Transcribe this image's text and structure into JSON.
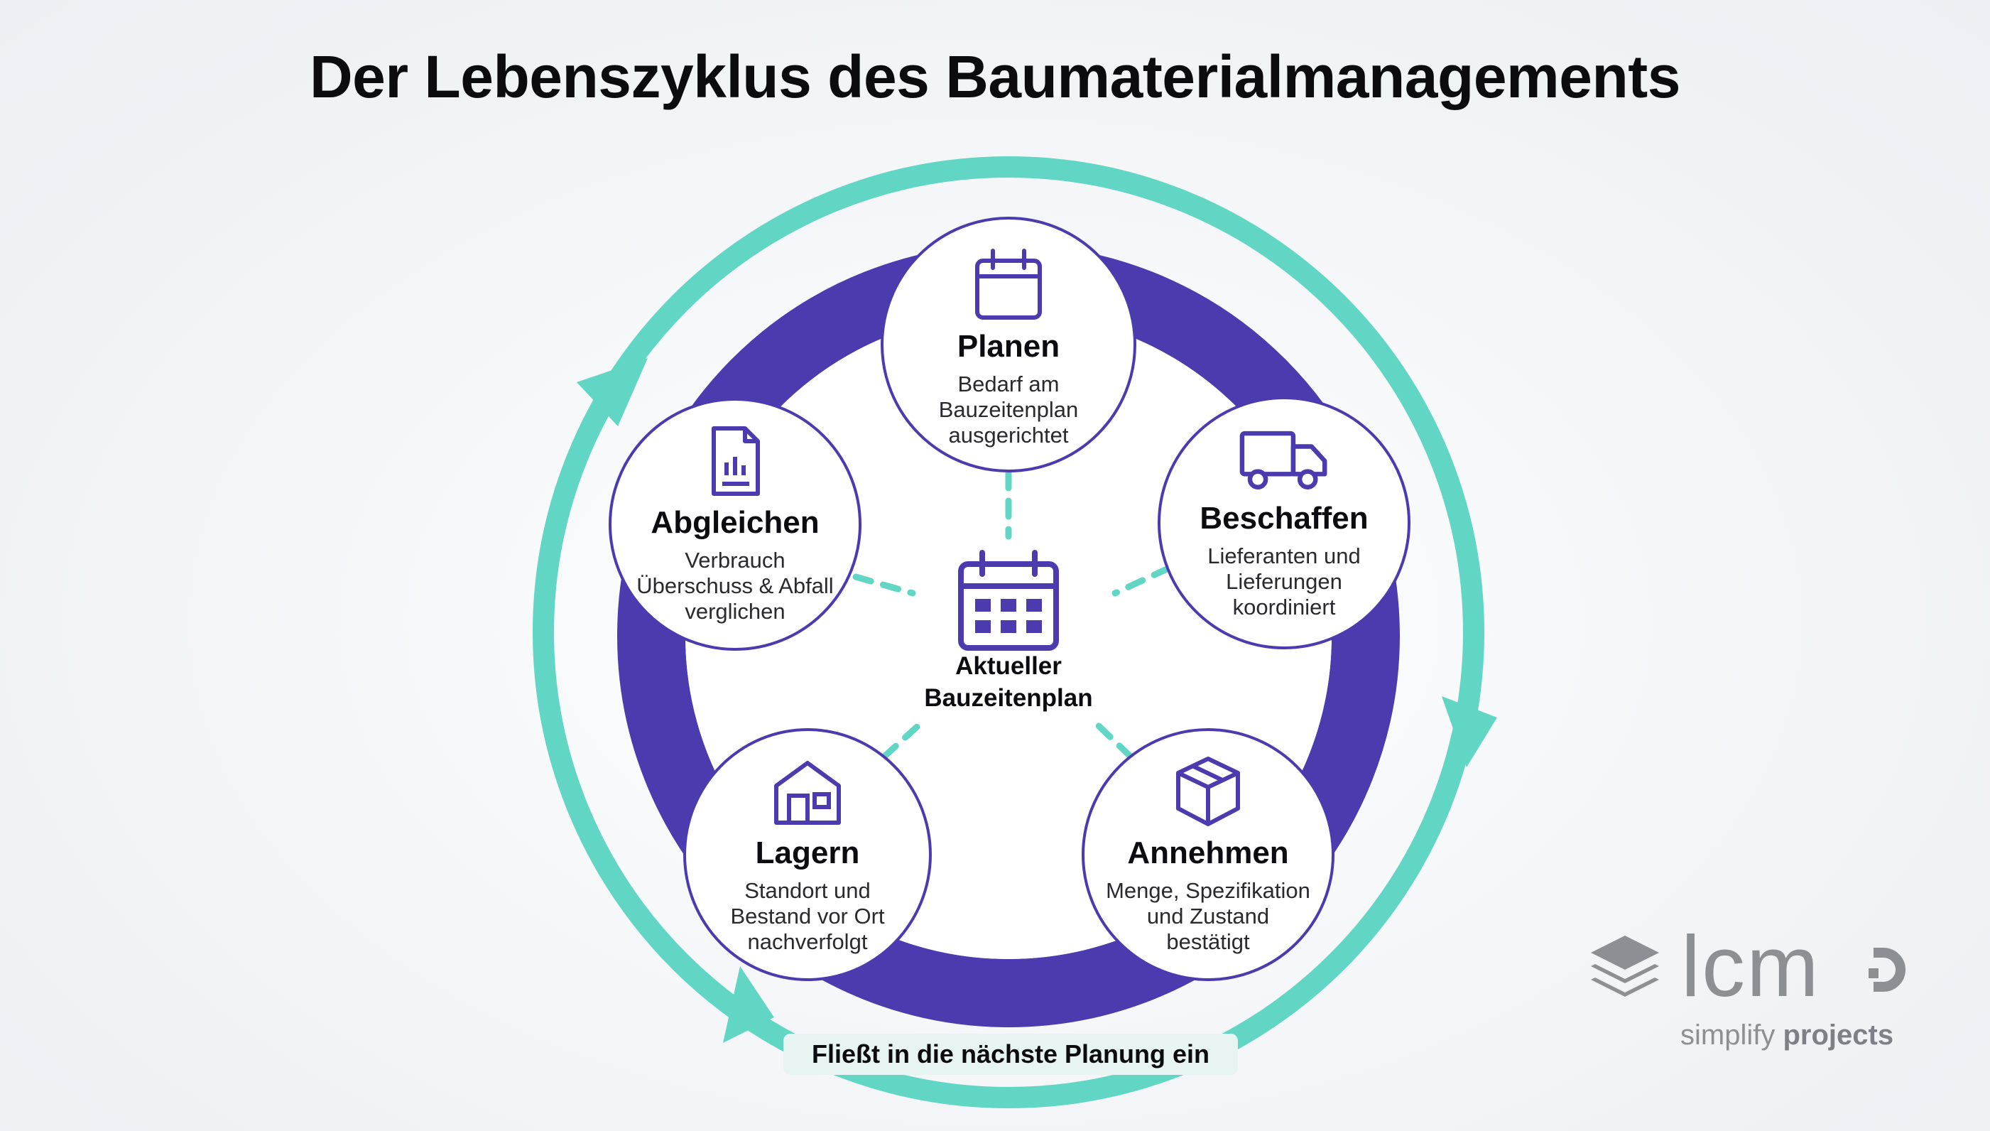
{
  "title": "Der Lebenszyklus des Baumaterialmanagements",
  "center": {
    "line1": "Aktueller",
    "line2": "Bauzeitenplan",
    "icon": "calendar-grid-icon"
  },
  "stages": [
    {
      "id": "planen",
      "title": "Planen",
      "desc": [
        "Bedarf am",
        "Bauzeitenplan",
        "ausgerichtet"
      ],
      "icon": "calendar-icon"
    },
    {
      "id": "beschaffen",
      "title": "Beschaffen",
      "desc": [
        "Lieferanten und",
        "Lieferungen",
        "koordiniert"
      ],
      "icon": "truck-icon"
    },
    {
      "id": "annehmen",
      "title": "Annehmen",
      "desc": [
        "Menge, Spezifikation",
        "und Zustand",
        "bestätigt"
      ],
      "icon": "package-icon"
    },
    {
      "id": "lagern",
      "title": "Lagern",
      "desc": [
        "Standort und",
        "Bestand vor Ort",
        "nachverfolgt"
      ],
      "icon": "warehouse-icon"
    },
    {
      "id": "abgleichen",
      "title": "Abgleichen",
      "desc": [
        "Verbrauch",
        "Überschuss & Abfall",
        "verglichen"
      ],
      "icon": "report-icon"
    }
  ],
  "footer": "Fließt in die nächste Planung ein",
  "logo": {
    "word": "lcm",
    "sub_plain": "simplify",
    "sub_bold": "projects",
    "icon": "layers-icon"
  },
  "colors": {
    "ring": "#4c3aaf",
    "arrow": "#62d6c4",
    "dash": "#62d6c4",
    "icon": "#4c3aaf"
  }
}
